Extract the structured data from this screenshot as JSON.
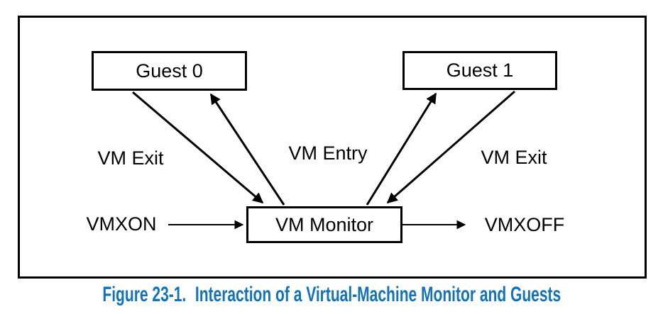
{
  "figure": {
    "boxes": {
      "guest0": "Guest 0",
      "guest1": "Guest 1",
      "vm_monitor": "VM Monitor"
    },
    "labels": {
      "vm_exit_left": "VM Exit",
      "vm_entry": "VM Entry",
      "vm_exit_right": "VM Exit",
      "vmxon": "VMXON",
      "vmxoff": "VMXOFF"
    },
    "edges": [
      {
        "from": "Guest 0",
        "to": "VM Monitor",
        "label": "VM Exit"
      },
      {
        "from": "VM Monitor",
        "to": "Guest 0",
        "label": "VM Entry"
      },
      {
        "from": "VM Monitor",
        "to": "Guest 1",
        "label": "VM Entry"
      },
      {
        "from": "Guest 1",
        "to": "VM Monitor",
        "label": "VM Exit"
      },
      {
        "from": "VMXON",
        "to": "VM Monitor",
        "label": ""
      },
      {
        "from": "VM Monitor",
        "to": "VMXOFF",
        "label": ""
      }
    ],
    "caption": {
      "label": "Figure 23-1.",
      "title": "Interaction of a Virtual-Machine Monitor and Guests"
    },
    "colors": {
      "line": "#000000",
      "background": "#ffffff",
      "caption_blue": "#1273b9"
    }
  }
}
